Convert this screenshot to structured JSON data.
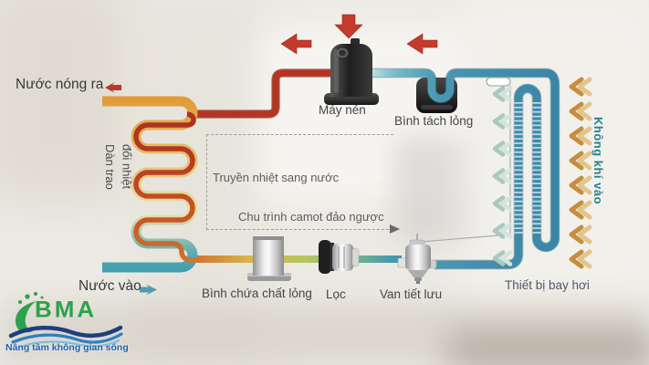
{
  "diagram": {
    "hot_water_out": "Nước nóng ra",
    "water_in": "Nước vào",
    "compressor": "Máy nén",
    "liquid_separator": "Bình tách lỏng",
    "coil_label_line1": "Dàn trao",
    "coil_label_line2": "đổi nhiệt",
    "note_heat_transfer": "Truyền nhiệt sang nước",
    "note_cycle": "Chu trình camot đảo ngược",
    "liquid_receiver": "Bình chứa chất lỏng",
    "filter": "Lọc",
    "expansion_valve": "Van tiết lưu",
    "evaporator": "Thiết bị bay hơi",
    "air_in": "Không khí vào"
  },
  "logo": {
    "brand": "BMA",
    "tagline": "Nâng tầm không gian sống"
  },
  "colors": {
    "hot_pipe_red": "#b33524",
    "hot_water_orange": "#e2952f",
    "cold_pipe_blue": "#3a84a6",
    "cold_water_teal": "#3f9dae",
    "air_in_arrow_orange": "#c38f3f",
    "air_out_arrow_pale": "#a9c9be",
    "accent_arrow_red": "#c23b2d",
    "air_in_text_teal": "#27808f",
    "label_gray": "#464646",
    "brand_green": "#2da14b",
    "brand_blue": "#1d5fae"
  }
}
